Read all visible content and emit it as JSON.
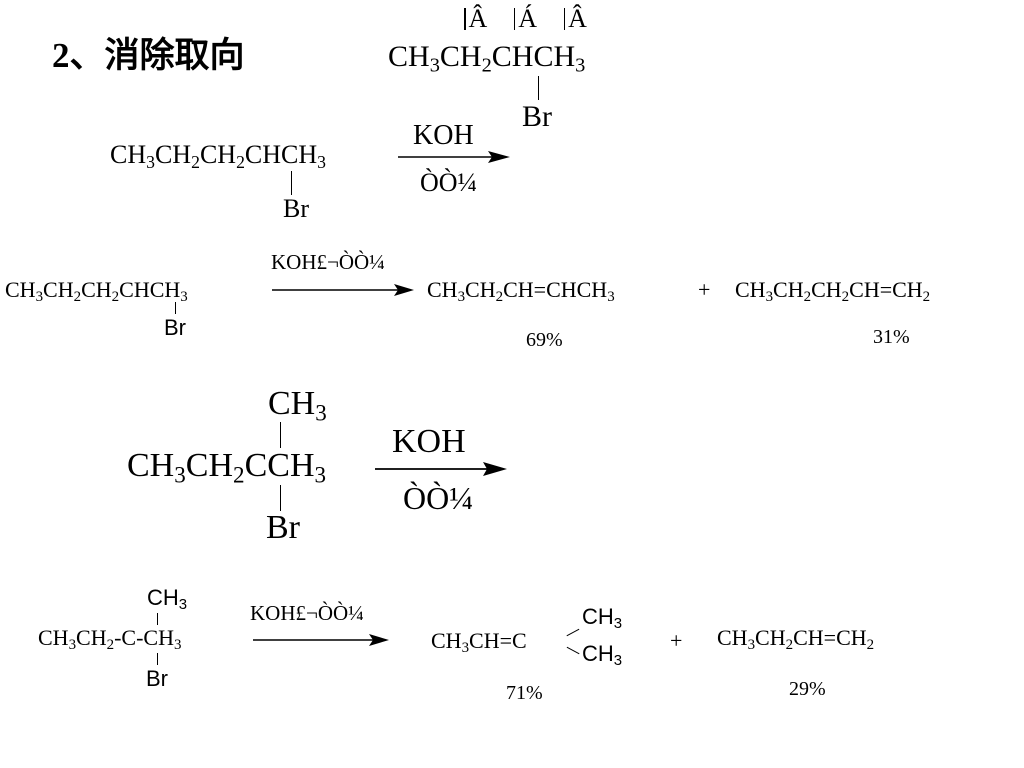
{
  "slide": {
    "title": "2、消除取向"
  },
  "example": {
    "markers": [
      "Â",
      "Á",
      "Â"
    ],
    "formula": {
      "a": "CH",
      "a3": "3",
      "b": "CH",
      "b2": "2",
      "c": "CHCH",
      "c3": "3"
    },
    "substituent": "Br"
  },
  "reaction1": {
    "reactant": {
      "a": "CH",
      "a3": "3",
      "b": "CH",
      "b2": "2",
      "c": "CH",
      "c2": "2",
      "d": "CHCH",
      "d3": "3"
    },
    "substituent": "Br",
    "reagent_top": "KOH",
    "reagent_bottom": "ÒÒ¼"
  },
  "reaction2": {
    "reactant": {
      "a": "CH",
      "a3": "3",
      "b": "CH",
      "b2": "2",
      "c": "CH",
      "c2": "2",
      "d": "CHCH",
      "d3": "3"
    },
    "substituent": "Br",
    "reagent": "KOH£¬ÒÒ¼",
    "product1": {
      "a": "CH",
      "a3": "3",
      "b": "CH",
      "b2": "2",
      "c": "CH=CHCH",
      "c3": "3"
    },
    "plus": "+",
    "product2": {
      "a": "CH",
      "a3": "3",
      "b": "CH",
      "b2": "2",
      "c": "CH",
      "c2": "2",
      "d": "CH=CH",
      "d2": "2"
    },
    "yield1": "69%",
    "yield2": "31%"
  },
  "reaction3": {
    "top_group": {
      "a": "CH",
      "a3": "3"
    },
    "reactant": {
      "a": "CH",
      "a3": "3",
      "b": "CH",
      "b2": "2",
      "c": "CCH",
      "c3": "3"
    },
    "substituent": "Br",
    "reagent_top": "KOH",
    "reagent_bottom": "ÒÒ¼"
  },
  "reaction4": {
    "top_group": {
      "a": "CH",
      "a3": "3"
    },
    "reactant": {
      "a": "CH",
      "a3": "3",
      "b": "CH",
      "b2": "2",
      "c": "-C-CH",
      "c3": "3"
    },
    "substituent": "Br",
    "reagent": "KOH£¬ÒÒ¼",
    "product1": {
      "main": "CH",
      "main3": "3",
      "tail": "CH=C",
      "branch_top": "CH",
      "branch_top3": "3",
      "branch_bottom": "CH",
      "branch_bottom3": "3"
    },
    "plus": "+",
    "product2": {
      "a": "CH",
      "a3": "3",
      "b": "CH",
      "b2": "2",
      "c": "CH=CH",
      "c2": "2"
    },
    "yield1": "71%",
    "yield2": "29%"
  }
}
